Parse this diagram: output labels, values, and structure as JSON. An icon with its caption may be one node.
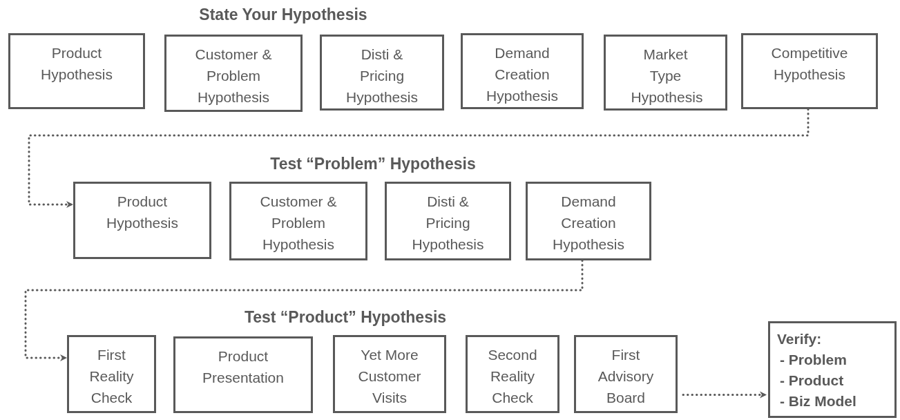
{
  "diagram": {
    "nodes": [
      {
        "text": [
          "Product Hypothesis"
        ]
      },
      {
        "text": [
          "Customer & Problem Hypothesis"
        ]
      },
      {
        "text": [
          "Disti & Pricing Hypothesis"
        ]
      },
      {
        "text": [
          "Demand Creation Hypothesis"
        ]
      },
      {
        "text": [
          "Market Type Hypothesis"
        ]
      },
      {
        "text": [
          "Competitive Hypothesis"
        ]
      },
      {
        "text": [
          "Product Hypothesis"
        ]
      },
      {
        "text": [
          "Customer & Problem Hypothesis"
        ]
      },
      {
        "text": [
          "Disti & Pricing Hypothesis"
        ]
      },
      {
        "text": [
          "Demand Creation Hypothesis"
        ]
      },
      {
        "text": [
          "First Reality Check"
        ]
      },
      {
        "text": [
          "Product Presentation"
        ]
      },
      {
        "text": [
          "Yet More Customer Visits"
        ]
      },
      {
        "text": [
          "Second Reality Check"
        ]
      },
      {
        "text": [
          "First Advisory Board"
        ]
      },
      {
        "text": [
          "Verify:",
          "- Problem",
          "- Product",
          "- Biz Model"
        ]
      }
    ],
    "edges": [
      {
        "from": 5,
        "to": 6,
        "arrow": "to",
        "style": "dashed"
      },
      {
        "from": 9,
        "to": 10,
        "arrow": "to",
        "style": "dashed"
      },
      {
        "from": 14,
        "to": 15,
        "arrow": "to",
        "style": "dashed"
      }
    ],
    "labels": [
      "State Your Hypothesis",
      "Test “Problem” Hypothesis",
      "Test “Product” Hypothesis"
    ]
  }
}
